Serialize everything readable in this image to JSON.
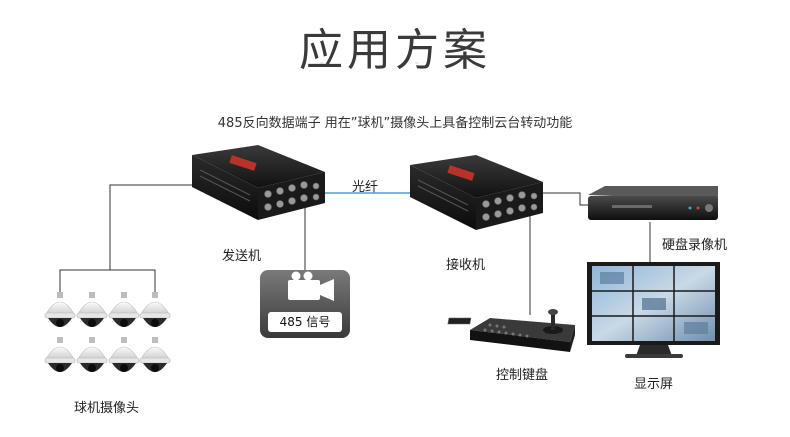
{
  "title": "应用方案",
  "subtitle": "485反向数据端子 用在”球机”摄像头上具备控制云台转动功能",
  "labels": {
    "sender": "发送机",
    "fiber": "光纤",
    "receiver": "接收机",
    "dvr": "硬盘录像机",
    "ptz_keyboard": "控制键盘",
    "monitor": "显示屏",
    "dome_cameras": "球机摄像头",
    "signal_card": "485 信号"
  },
  "colors": {
    "fiber_line": "#4a9fe0",
    "cable_line": "#333333",
    "device_body": "#1c1c1c"
  },
  "icons": {
    "signal_card": "video-camera-icon"
  }
}
